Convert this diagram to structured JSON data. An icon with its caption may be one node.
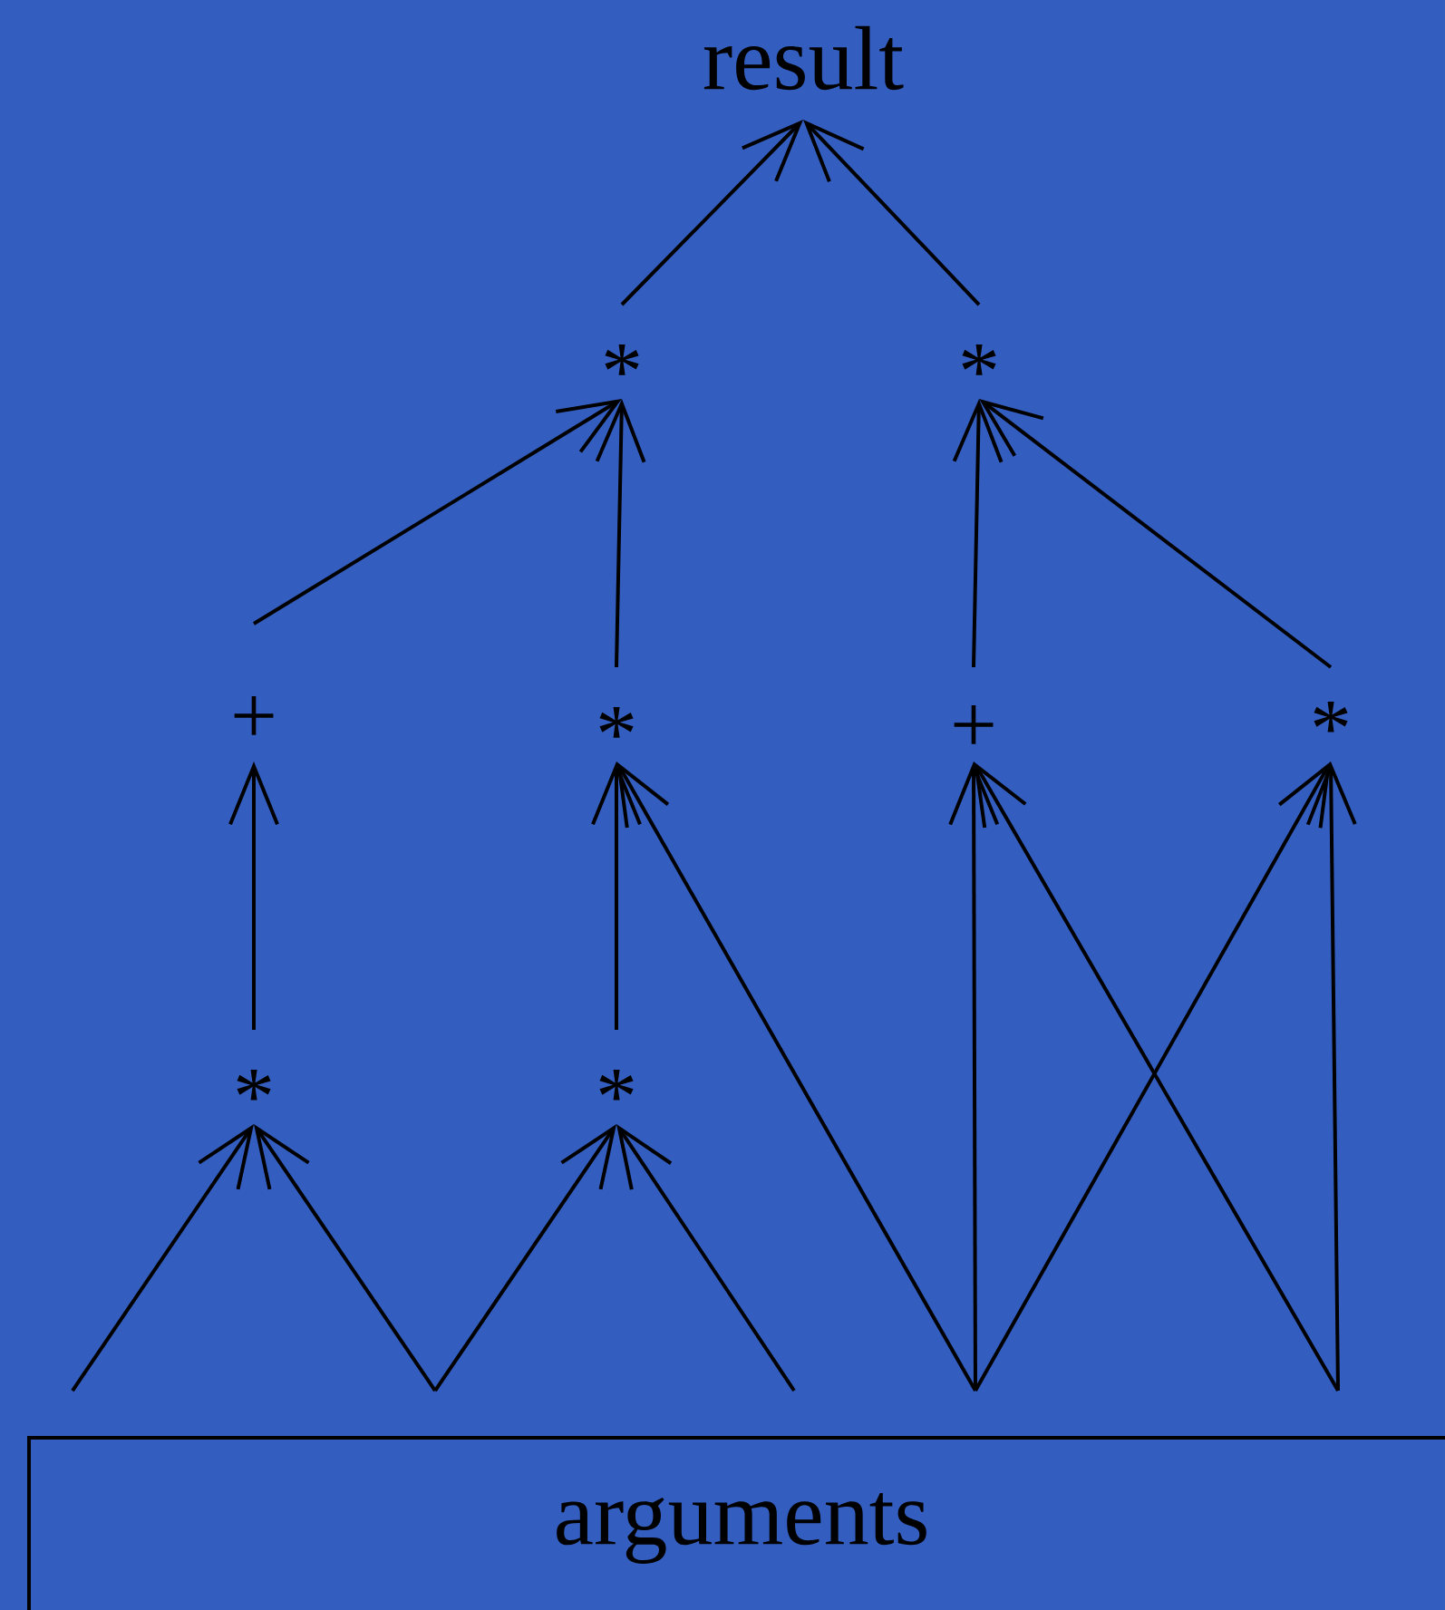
{
  "diagram": {
    "nodes": [
      {
        "text": [
          "result"
        ]
      },
      {
        "text": [
          "*"
        ]
      },
      {
        "text": [
          "*"
        ]
      },
      {
        "text": [
          "+"
        ]
      },
      {
        "text": [
          "*"
        ]
      },
      {
        "text": [
          "+"
        ]
      },
      {
        "text": [
          "*"
        ]
      },
      {
        "text": [
          "*"
        ]
      },
      {
        "text": [
          "*"
        ]
      },
      {
        "text": [
          "arguments"
        ]
      }
    ],
    "edges": [
      {
        "from": 1,
        "to": 0,
        "arrow": "to"
      },
      {
        "from": 2,
        "to": 0,
        "arrow": "to"
      },
      {
        "from": 3,
        "to": 1,
        "arrow": "to"
      },
      {
        "from": 4,
        "to": 1,
        "arrow": "to"
      },
      {
        "from": 5,
        "to": 2,
        "arrow": "to"
      },
      {
        "from": 6,
        "to": 2,
        "arrow": "to"
      },
      {
        "from": 7,
        "to": 3,
        "arrow": "to"
      },
      {
        "from": 8,
        "to": 4,
        "arrow": "to"
      },
      {
        "from": null,
        "to": 7,
        "arrow": "to"
      },
      {
        "from": null,
        "to": 7,
        "arrow": "to"
      },
      {
        "from": null,
        "to": 8,
        "arrow": "to"
      },
      {
        "from": null,
        "to": 8,
        "arrow": "to"
      },
      {
        "from": null,
        "to": 4,
        "arrow": "to"
      },
      {
        "from": null,
        "to": 5,
        "arrow": "to"
      },
      {
        "from": null,
        "to": 5,
        "arrow": "to"
      },
      {
        "from": null,
        "to": 6,
        "arrow": "to"
      },
      {
        "from": null,
        "to": 6,
        "arrow": "to"
      }
    ]
  }
}
